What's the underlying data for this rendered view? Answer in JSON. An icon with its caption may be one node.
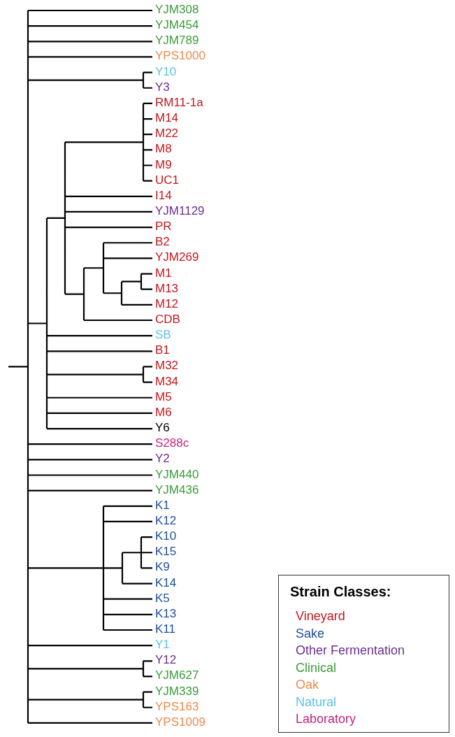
{
  "diagram": {
    "labels": [
      "YJM308",
      "YJM454",
      "YJM789",
      "YPS1000",
      "Y10",
      "Y3",
      "RM11-1a",
      "M14",
      "M22",
      "M8",
      "M9",
      "UC1",
      "I14",
      "YJM1129",
      "PR",
      "B2",
      "YJM269",
      "M1",
      "M13",
      "M12",
      "CDB",
      "SB",
      "B1",
      "M32",
      "M34",
      "M5",
      "M6",
      "Y6",
      "S288c",
      "Y2",
      "YJM440",
      "YJM436",
      "K1",
      "K12",
      "K10",
      "K15",
      "K9",
      "K14",
      "K5",
      "K13",
      "K11",
      "Y1",
      "Y12",
      "YJM627",
      "YJM339",
      "YPS163",
      "YPS1009",
      "Strain Classes:"
    ],
    "legend": [
      {
        "text": "Vineyard",
        "color": "#c4161c"
      },
      {
        "text": "Sake",
        "color": "#1d4f9a"
      },
      {
        "text": "Other Fermentation",
        "color": "#6b2d8f"
      },
      {
        "text": "Clinical",
        "color": "#3a9b3a"
      },
      {
        "text": "Oak",
        "color": "#ec8a4c"
      },
      {
        "text": "Natural",
        "color": "#5cc2e8"
      },
      {
        "text": "Laboratory",
        "color": "#c2247e"
      }
    ]
  }
}
